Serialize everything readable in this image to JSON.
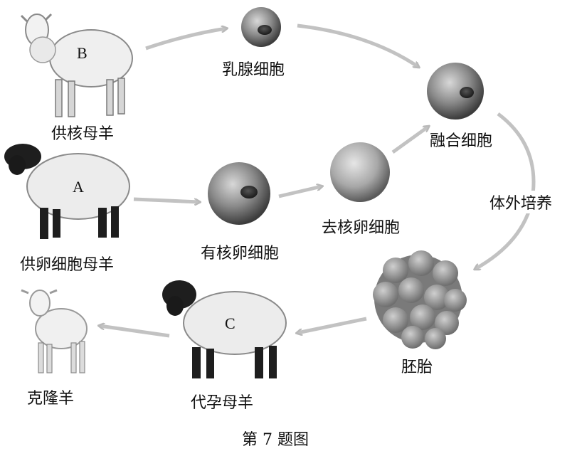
{
  "animals": {
    "nucleus_donor": {
      "letter": "B",
      "label": "供核母羊"
    },
    "egg_donor": {
      "letter": "A",
      "label": "供卵细胞母羊"
    },
    "surrogate": {
      "letter": "C",
      "label": "代孕母羊"
    },
    "clone": {
      "label": "克隆羊"
    }
  },
  "cells": {
    "mammary": "乳腺细胞",
    "fused": "融合细胞",
    "nucleated_egg": "有核卵细胞",
    "enucleated_egg": "去核卵细胞",
    "embryo": "胚胎"
  },
  "process": {
    "in_vitro_culture": "体外培养"
  },
  "caption": "第 7 题图"
}
